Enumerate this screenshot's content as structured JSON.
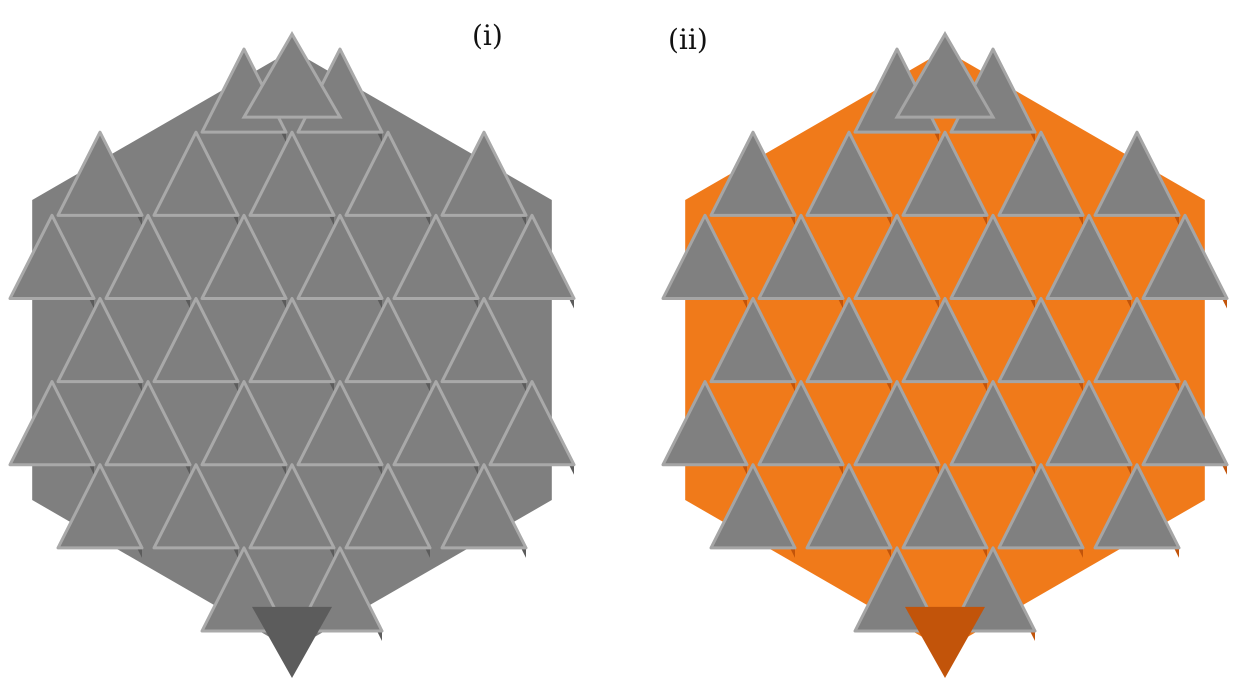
{
  "panels": [
    {
      "label": "(i)",
      "style": "all-grey",
      "face_color": "#7f7f7f",
      "shade_color": "#5c5c5c",
      "edge_color": "#a9a9a9",
      "inner_color": "#7f7f7f"
    },
    {
      "label": "(ii)",
      "style": "grey-orange",
      "face_color": "#808080",
      "shade_color": "#c2540a",
      "edge_color": "#a5a5a5",
      "inner_color": "#f07a1a"
    }
  ]
}
